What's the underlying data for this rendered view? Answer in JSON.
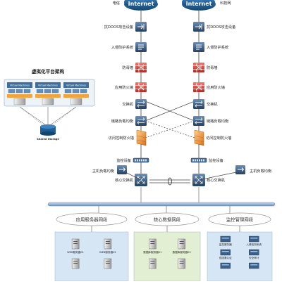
{
  "isp": {
    "left_label": "电信",
    "right_label": "科技网",
    "cloud_text": "Internet"
  },
  "left_chain": [
    {
      "label": "抗DDOS攻击设备",
      "icon": "ddos-icon"
    },
    {
      "label": "入侵防护系统",
      "icon": "ips-icon"
    },
    {
      "label": "防毒墙",
      "icon": "antivirus-firewall-icon"
    },
    {
      "label": "应用防火墙",
      "icon": "waf-icon"
    },
    {
      "label": "交换机",
      "icon": "switch-icon"
    },
    {
      "label": "链路负载均衡",
      "icon": "link-load-balancer-icon"
    },
    {
      "label": "访问控制防火墙",
      "icon": "access-firewall-icon"
    },
    {
      "label": "监控设备",
      "icon": "monitor-device-icon"
    },
    {
      "label": "核心交换机",
      "icon": "core-switch-icon"
    }
  ],
  "right_chain": [
    {
      "label": "抗DDOS攻击设备",
      "icon": "ddos-icon"
    },
    {
      "label": "入侵防护系统",
      "icon": "ips-icon"
    },
    {
      "label": "防毒墙",
      "icon": "antivirus-firewall-icon"
    },
    {
      "label": "应用防火墙",
      "icon": "waf-icon"
    },
    {
      "label": "交换机",
      "icon": "switch-icon"
    },
    {
      "label": "链路负载均衡",
      "icon": "link-load-balancer-icon"
    },
    {
      "label": "访问控制防火墙",
      "icon": "access-firewall-icon"
    },
    {
      "label": "监控设备",
      "icon": "monitor-device-icon"
    },
    {
      "label": "核心交换机",
      "icon": "core-switch-icon"
    }
  ],
  "host_lb": {
    "left_label": "主机负载均衡",
    "right_label": "主机负载均衡"
  },
  "virtual": {
    "title": "虚拟化平台架构",
    "vm_label": "Virtual Machines",
    "storage_label": "Shared Storage"
  },
  "zones": [
    {
      "title": "应用服务器网段",
      "bg": "#d7e6f5",
      "servers": [
        "WEB服务器01",
        "WEB服务器02",
        "",
        ""
      ]
    },
    {
      "title": "核心数据网段",
      "bg": "#e3efd2",
      "servers": [
        "数据库服务器01",
        "数据库服务器02",
        "",
        ""
      ]
    },
    {
      "title": "监控管理网段",
      "bg": "#d7e6f5",
      "servers": [
        "监控服务器",
        "入侵检测系统",
        "双因素认证",
        "安全审计",
        "",
        ""
      ]
    }
  ],
  "colors": {
    "cloud": "#1d5f96",
    "device_blue": "#2f5d8a",
    "firewall_red": "#d9413a",
    "firewall_orange": "#e8872c",
    "backbone": "#8aa9cf"
  }
}
